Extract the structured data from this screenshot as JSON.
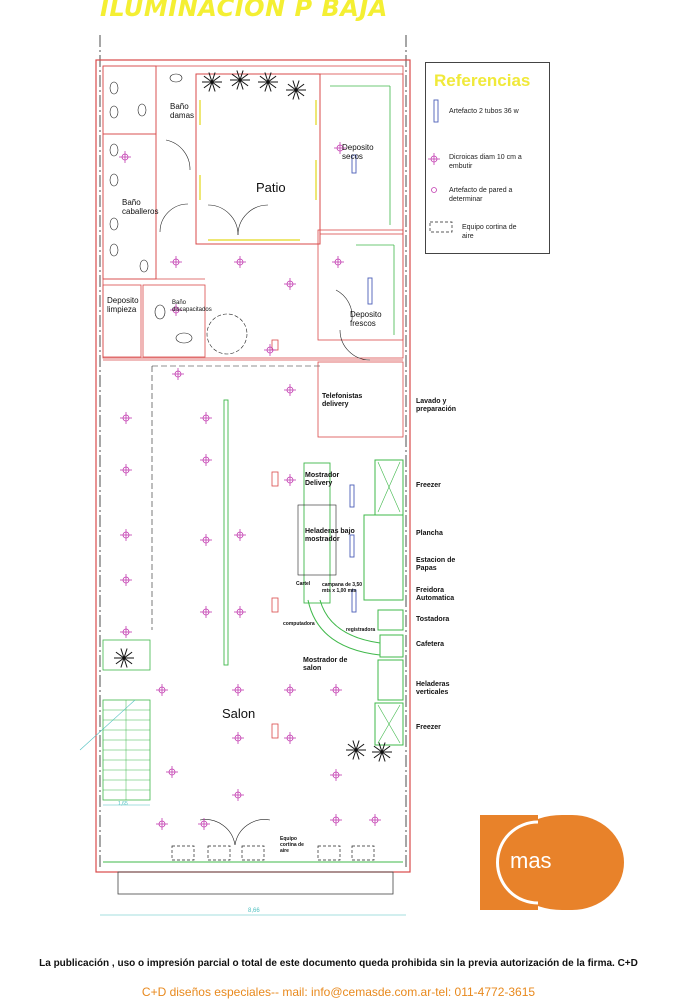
{
  "title": "ILUMINACION P BAJA",
  "references": {
    "title": "Referencias",
    "items": [
      {
        "label": "Artefacto 2 tubos 36 w"
      },
      {
        "label": "Dicroicas diam 10 cm a embutir"
      },
      {
        "label": "Artefacto de pared a determinar"
      },
      {
        "label": "Equipo cortina de aire"
      }
    ]
  },
  "rooms": {
    "bano_damas": "Baño damas",
    "bano_caballeros": "Baño caballeros",
    "patio": "Patio",
    "deposito_secos": "Deposito secos",
    "deposito_limpieza": "Deposito limpieza",
    "bano_discapacitados": "Baño discapacitados",
    "deposito_frescos": "Deposito frescos",
    "telefonistas": "Telefonistas delivery",
    "mostrador_delivery": "Mostrador Delivery",
    "heladeras_bajo": "Heladeras bajo mostrador",
    "salon": "Salon",
    "cartel": "Cartel",
    "campana": "campana de 3,50 mts x 1,00 mts",
    "computadora": "computadora",
    "registradora": "registradora",
    "mostrador_salon": "Mostrador de salon",
    "equipo_cortina": "Equipo cortina de aire"
  },
  "kitchen_labels": [
    "Lavado y preparación",
    "Freezer",
    "Plancha",
    "Estacion de Papas",
    "Freidora Automatica",
    "Tostadora",
    "Cafetera",
    "Heladeras verticales",
    "Freezer"
  ],
  "dimensions": {
    "stair_width": "1,65",
    "total_width": "8,66"
  },
  "footer": {
    "notice": "La publicación , uso o impresión parcial o total de este documento queda prohibida sin la previa autorización de la firma. C+D",
    "contact": "C+D diseños especiales-- mail: info@cemasde.com.ar-tel: 011-4772-3615"
  },
  "logo": {
    "text": "mas",
    "color": "#e8822a"
  }
}
